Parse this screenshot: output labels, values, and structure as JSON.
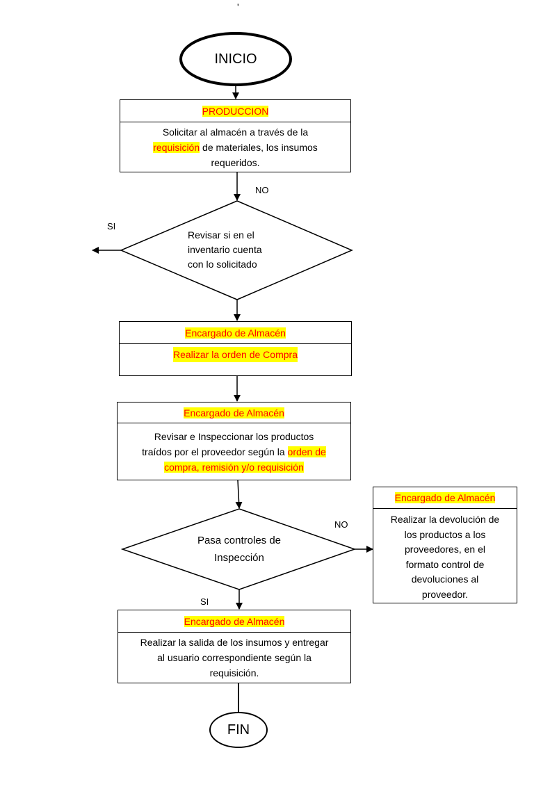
{
  "dot": "'",
  "start": "INICIO",
  "end": "FIN",
  "box1": {
    "header": "PRODUCCION",
    "line1": "Solicitar al almacén a  través de la",
    "line2_hl": "requisición",
    "line2_rest": " de materiales, los insumos",
    "line3": "requeridos."
  },
  "label_no_1": "NO",
  "label_si_1": "SI",
  "decision1": {
    "line1": "Revisar si en el",
    "line2": "inventario cuenta",
    "line3": "con lo solicitado"
  },
  "box2": {
    "header": "Encargado de Almacén",
    "body": "Realizar la orden de Compra"
  },
  "box3": {
    "header": "Encargado de Almacén",
    "line1": "Revisar e Inspeccionar los productos",
    "line2_text": "traídos por el proveedor según la ",
    "line2_hl": "orden de",
    "line3_hl": "compra, remisión y/o requisición"
  },
  "decision2": {
    "line1": "Pasa controles de",
    "line2": "Inspección"
  },
  "label_no_2": "NO",
  "label_si_2": "SI",
  "box4": {
    "header": "Encargado de Almacén",
    "lines": [
      "Realizar la devolución de",
      "los productos  a los",
      "proveedores, en el",
      "formato control de",
      "devoluciones al",
      "proveedor."
    ]
  },
  "box5": {
    "header": "Encargado de Almacén",
    "line1": "Realizar la salida de los insumos y entregar",
    "line2": "al usuario correspondiente según la",
    "line3": "requisición."
  }
}
